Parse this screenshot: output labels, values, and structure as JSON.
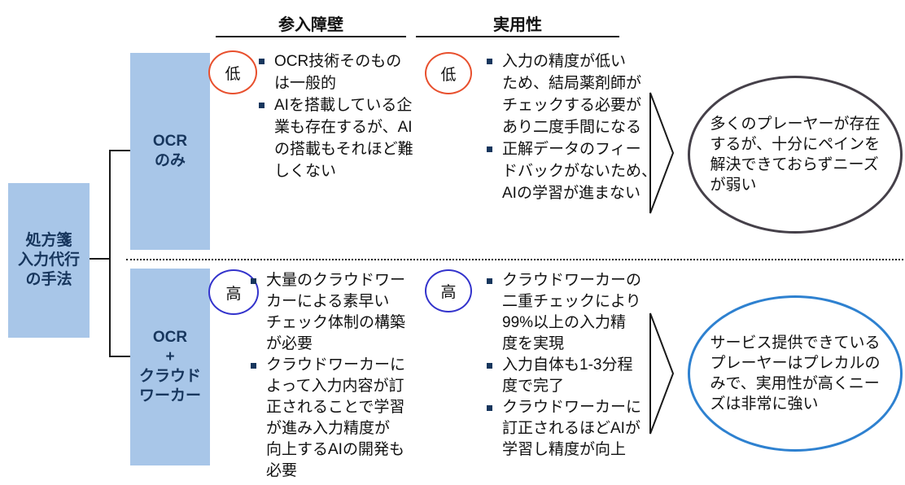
{
  "page": {
    "background": "#FFFFFF"
  },
  "headers": {
    "barrier": "参入障壁",
    "practicality": "実用性"
  },
  "root_box": {
    "label": "処方箋\n入力代行\nの手法",
    "fill": "#A8C6E8",
    "text_color": "#17365D"
  },
  "palette": {
    "box_fill": "#A8C6E8",
    "box_text": "#17365D",
    "bullet_square": "#17365D",
    "rating_low_color": "#E8502E",
    "rating_high_color": "#3333CC",
    "conclusion_gray_outline": "#454049",
    "conclusion_blue_outline": "#2E81D0",
    "connector": "#1A1A1A"
  },
  "methods": [
    {
      "label": "OCR\nのみ",
      "barrier": {
        "rating": "低",
        "rating_color": "#E8502E",
        "bullets": [
          "OCR技術そのもの\nは一般的",
          "AIを搭載している企\n業も存在するが、AI\nの搭載もそれほど難\nしくない"
        ]
      },
      "practicality": {
        "rating": "低",
        "rating_color": "#E8502E",
        "bullets": [
          "入力の精度が低い\nため、結局薬剤師が\nチェックする必要が\nあり二度手間になる",
          "正解データのフィー\nドバックがないため、\nAIの学習が進まない"
        ]
      },
      "conclusion": {
        "text": "多くのプレーヤーが存在\nするが、十分にペインを\n解決できておらずニーズ\nが弱い",
        "outline_color": "#454049"
      }
    },
    {
      "label": "OCR\n+\nクラウド\nワーカー",
      "barrier": {
        "rating": "高",
        "rating_color": "#3333CC",
        "bullets": [
          "大量のクラウドワー\nカーによる素早い\nチェック体制の構築\nが必要",
          "クラウドワーカーに\nよって入力内容が訂\n正されることで学習\nが進み入力精度が\n向上するAIの開発も\n必要"
        ]
      },
      "practicality": {
        "rating": "高",
        "rating_color": "#3333CC",
        "bullets": [
          "クラウドワーカーの\n二重チェックにより\n99%以上の入力精\n度を実現",
          "入力自体も1-3分程\n度で完了",
          "クラウドワーカーに\n訂正されるほどAIが\n学習し精度が向上"
        ]
      },
      "conclusion": {
        "text": "サービス提供できている\nプレーヤーはプレカルの\nみで、実用性が高くニー\nズは非常に強い",
        "outline_color": "#2E81D0"
      }
    }
  ]
}
